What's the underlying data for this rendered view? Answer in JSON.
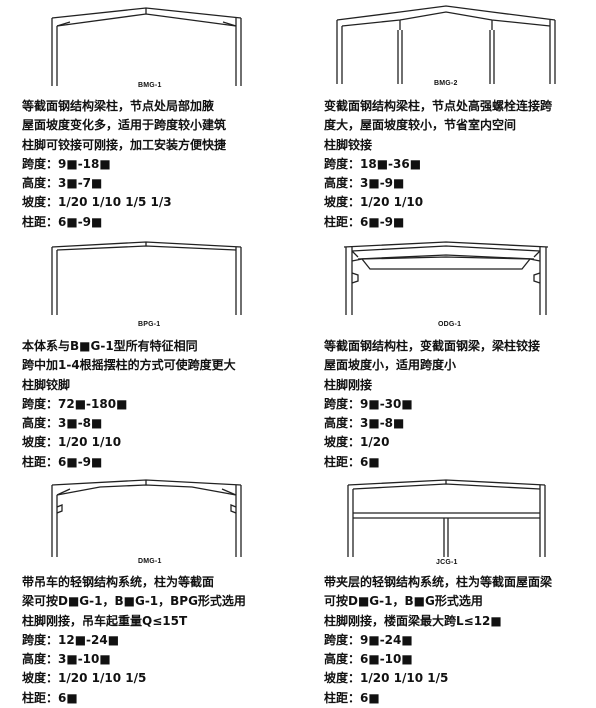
{
  "sections": [
    {
      "caption": "BMG-1",
      "lines": [
        "等截面钢结构梁柱，节点处局部加腋",
        "屋面坡度变化多，适用于跨度较小建筑",
        "柱脚可铰接可刚接，加工安装方便快捷",
        "跨度：9■-18■",
        "高度：3■-7■",
        "坡度：1/20 1/10 1/5 1/3",
        "柱距：6■-9■"
      ]
    },
    {
      "caption": "BMG-2",
      "lines": [
        "变截面钢结构梁柱，节点处高强螺栓连接跨",
        "度大，屋面坡度较小，节省室内空间",
        "柱脚铰接",
        "跨度：18■-36■",
        "高度：3■-9■",
        "坡度：1/20 1/10",
        "柱距：6■-9■"
      ]
    },
    {
      "caption": "BPG-1",
      "lines": [
        "本体系与B■G-1型所有特征相同",
        "跨中加1-4根摇摆柱的方式可使跨度更大",
        "柱脚铰脚",
        "跨度：72■-180■",
        "高度：3■-8■",
        "坡度：1/20 1/10",
        "柱距：6■-9■"
      ]
    },
    {
      "caption": "ODG-1",
      "lines": [
        "等截面钢结构柱，变截面钢梁，梁柱铰接",
        "屋面坡度小，适用跨度小",
        "柱脚刚接",
        "跨度：9■-30■",
        "高度：3■-8■",
        "坡度：1/20",
        "柱距：6■"
      ]
    },
    {
      "caption": "DMG-1",
      "lines": [
        "带吊车的轻钢结构系统，柱为等截面",
        "梁可按D■G-1，B■G-1，BPG形式选用",
        "柱脚刚接，吊车起重量Q≤15T",
        "跨度：12■-24■",
        "高度：3■-10■",
        "坡度：1/20 1/10 1/5",
        "柱距：6■"
      ]
    },
    {
      "caption": "JCG-1",
      "lines": [
        "带夹层的轻钢结构系统，柱为等截面屋面梁",
        "可按D■G-1，B■G形式选用",
        "柱脚刚接，楼面梁最大跨L≤12■",
        "跨度：9■-24■",
        "高度：6■-10■",
        "坡度：1/20 1/10 1/5",
        "柱距：6■"
      ]
    }
  ]
}
